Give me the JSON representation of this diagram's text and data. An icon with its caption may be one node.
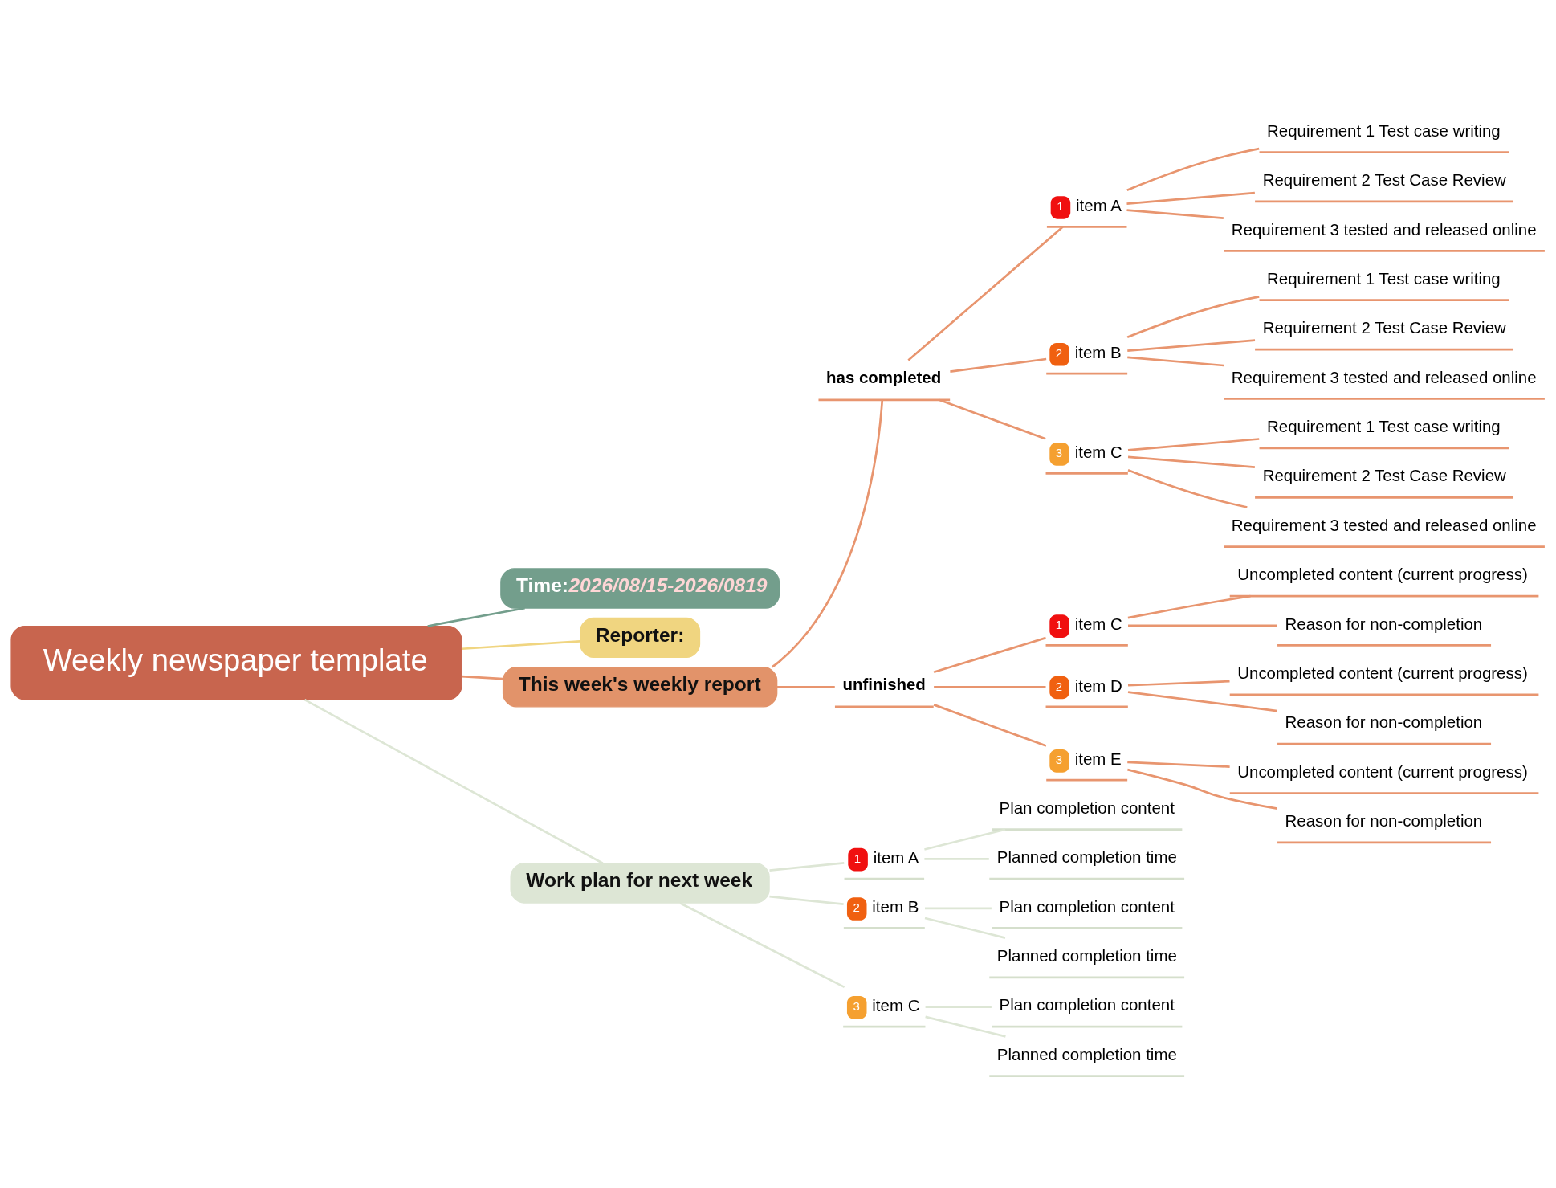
{
  "diagram": {
    "nodes": [
      {
        "text": [
          "Weekly newspaper template"
        ]
      },
      {
        "text": [
          "Time:",
          "2026/08/15-2026/0819"
        ]
      },
      {
        "text": [
          "Reporter:"
        ]
      },
      {
        "text": [
          "This week's weekly report"
        ]
      },
      {
        "text": [
          "has completed"
        ]
      },
      {
        "text": [
          "1",
          "item A"
        ]
      },
      {
        "text": [
          "Requirement 1 Test case writing"
        ]
      },
      {
        "text": [
          "Requirement 2 Test Case Review"
        ]
      },
      {
        "text": [
          "Requirement 3 tested and released online"
        ]
      },
      {
        "text": [
          "2",
          "item B"
        ]
      },
      {
        "text": [
          "Requirement 1 Test case writing"
        ]
      },
      {
        "text": [
          "Requirement 2 Test Case Review"
        ]
      },
      {
        "text": [
          "Requirement 3 tested and released online"
        ]
      },
      {
        "text": [
          "3",
          "item C"
        ]
      },
      {
        "text": [
          "Requirement 1 Test case writing"
        ]
      },
      {
        "text": [
          "Requirement 2 Test Case Review"
        ]
      },
      {
        "text": [
          "Requirement 3 tested and released online"
        ]
      },
      {
        "text": [
          "unfinished"
        ]
      },
      {
        "text": [
          "1",
          "item C"
        ]
      },
      {
        "text": [
          "Uncompleted content (current progress)"
        ]
      },
      {
        "text": [
          "Reason for non-completion"
        ]
      },
      {
        "text": [
          "2",
          "item D"
        ]
      },
      {
        "text": [
          "Uncompleted content (current progress)"
        ]
      },
      {
        "text": [
          "Reason for non-completion"
        ]
      },
      {
        "text": [
          "3",
          "item E"
        ]
      },
      {
        "text": [
          "Uncompleted content (current progress)"
        ]
      },
      {
        "text": [
          "Reason for non-completion"
        ]
      },
      {
        "text": [
          "Work plan for next week"
        ]
      },
      {
        "text": [
          "1",
          "item A"
        ]
      },
      {
        "text": [
          "Plan completion content"
        ]
      },
      {
        "text": [
          "Planned completion time"
        ]
      },
      {
        "text": [
          "2",
          "item B"
        ]
      },
      {
        "text": [
          "Plan completion content"
        ]
      },
      {
        "text": [
          "Planned completion time"
        ]
      },
      {
        "text": [
          "3",
          "item C"
        ]
      },
      {
        "text": [
          "Plan completion content"
        ]
      },
      {
        "text": [
          "Planned completion time"
        ]
      }
    ],
    "edges": [
      {
        "from": 0,
        "to": 1,
        "arrow": "none",
        "color": "#739e8c"
      },
      {
        "from": 0,
        "to": 2,
        "arrow": "none",
        "color": "#f0d580"
      },
      {
        "from": 0,
        "to": 3,
        "arrow": "none"
      },
      {
        "from": 3,
        "to": 4,
        "arrow": "none"
      },
      {
        "from": 4,
        "to": 5,
        "arrow": "none"
      },
      {
        "from": 5,
        "to": 6,
        "arrow": "none"
      },
      {
        "from": 5,
        "to": 7,
        "arrow": "none"
      },
      {
        "from": 5,
        "to": 8,
        "arrow": "none"
      },
      {
        "from": 4,
        "to": 9,
        "arrow": "none"
      },
      {
        "from": 9,
        "to": 10,
        "arrow": "none"
      },
      {
        "from": 9,
        "to": 11,
        "arrow": "none"
      },
      {
        "from": 9,
        "to": 12,
        "arrow": "none"
      },
      {
        "from": 4,
        "to": 13,
        "arrow": "none"
      },
      {
        "from": 13,
        "to": 14,
        "arrow": "none"
      },
      {
        "from": 13,
        "to": 15,
        "arrow": "none"
      },
      {
        "from": 13,
        "to": 16,
        "arrow": "none"
      },
      {
        "from": 3,
        "to": 17,
        "arrow": "none"
      },
      {
        "from": 17,
        "to": 18,
        "arrow": "none"
      },
      {
        "from": 18,
        "to": 19,
        "arrow": "none"
      },
      {
        "from": 18,
        "to": 20,
        "arrow": "none"
      },
      {
        "from": 17,
        "to": 21,
        "arrow": "none"
      },
      {
        "from": 21,
        "to": 22,
        "arrow": "none"
      },
      {
        "from": 21,
        "to": 23,
        "arrow": "none"
      },
      {
        "from": 17,
        "to": 24,
        "arrow": "none"
      },
      {
        "from": 24,
        "to": 25,
        "arrow": "none"
      },
      {
        "from": 24,
        "to": 26,
        "arrow": "none"
      },
      {
        "from": 0,
        "to": 27,
        "arrow": "none",
        "color": "#dde6d5"
      },
      {
        "from": 27,
        "to": 28,
        "arrow": "none",
        "color": "#dde6d5"
      },
      {
        "from": 28,
        "to": 29,
        "arrow": "none",
        "color": "#dde6d5"
      },
      {
        "from": 28,
        "to": 30,
        "arrow": "none",
        "color": "#dde6d5"
      },
      {
        "from": 27,
        "to": 31,
        "arrow": "none",
        "color": "#dde6d5"
      },
      {
        "from": 31,
        "to": 32,
        "arrow": "none",
        "color": "#dde6d5"
      },
      {
        "from": 31,
        "to": 33,
        "arrow": "none",
        "color": "#dde6d5"
      },
      {
        "from": 27,
        "to": 34,
        "arrow": "none",
        "color": "#dde6d5"
      },
      {
        "from": 34,
        "to": 35,
        "arrow": "none",
        "color": "#dde6d5"
      },
      {
        "from": 34,
        "to": 36,
        "arrow": "none",
        "color": "#dde6d5"
      }
    ]
  }
}
